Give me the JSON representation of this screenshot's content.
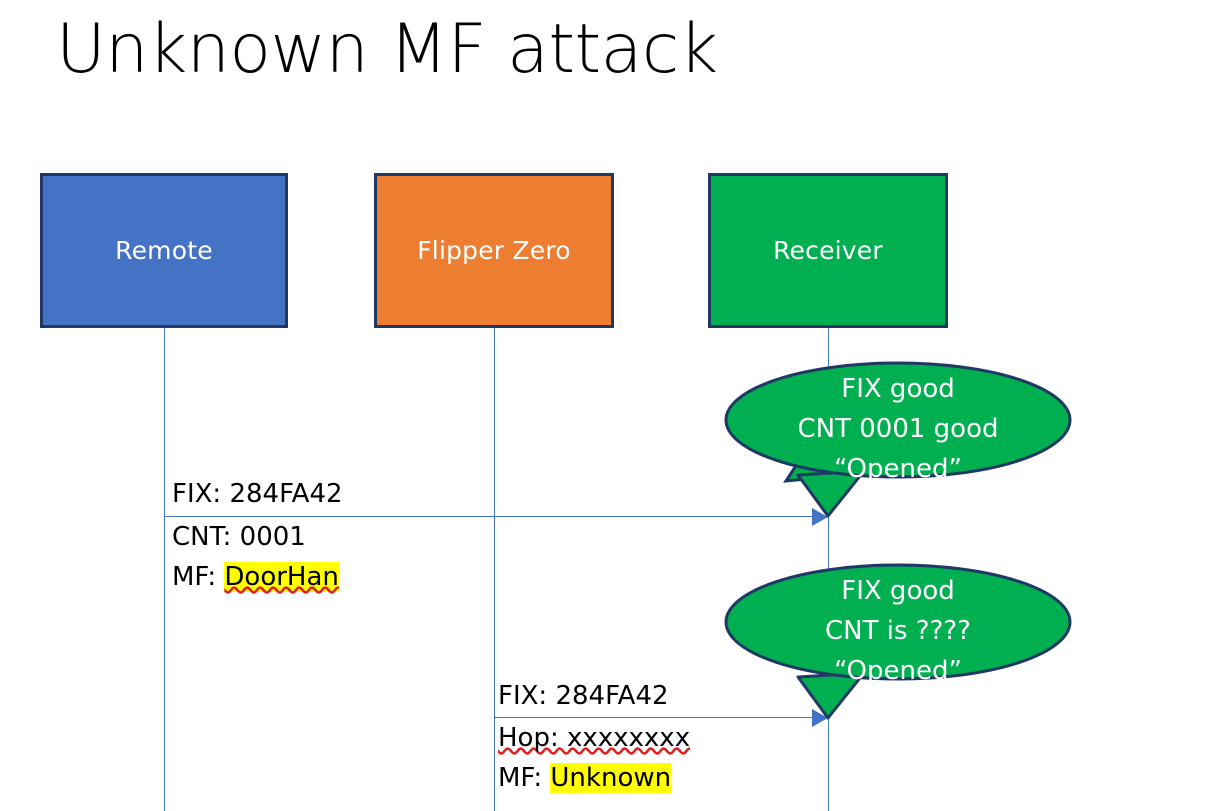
{
  "slide": {
    "title": "Unknown MF attack",
    "background_color": "#FFFFFF"
  },
  "colors": {
    "remote_blue": "#4472C4",
    "flipper_orange": "#ED7D31",
    "receiver_green": "#00B050",
    "box_border": "#1F3864",
    "lifeline_blue": "#4472C4",
    "arrow_blue": "#4472C4",
    "highlight_yellow": "#FFFF00",
    "spellcheck_red": "#E02020",
    "balloon_text": "#FFFFFF"
  },
  "actors": [
    {
      "name": "remote",
      "label": "Remote",
      "fill": "#4472C4"
    },
    {
      "name": "flipper-zero",
      "label": "Flipper Zero",
      "fill": "#ED7D31"
    },
    {
      "name": "receiver",
      "label": "Receiver",
      "fill": "#00B050"
    }
  ],
  "messages": [
    {
      "name": "remote-to-receiver",
      "from": "remote",
      "to": "receiver",
      "lines": [
        {
          "text": "FIX: 284FA42",
          "highlight": false,
          "spellcheck": false
        },
        {
          "text": "CNT: 0001",
          "highlight": false,
          "spellcheck": false
        }
      ],
      "mf_prefix": "MF: ",
      "mf_value": "DoorHan",
      "mf_highlighted": true,
      "mf_spellcheck": true
    },
    {
      "name": "flipper-to-receiver",
      "from": "flipper-zero",
      "to": "receiver",
      "lines": [
        {
          "text": "FIX: 284FA42",
          "highlight": false,
          "spellcheck": false
        },
        {
          "text": "Hop: xxxxxxxx",
          "highlight": false,
          "spellcheck": true
        }
      ],
      "mf_prefix": "MF: ",
      "mf_value": "Unknown",
      "mf_highlighted": true,
      "mf_spellcheck": false
    }
  ],
  "balloons": [
    {
      "name": "receiver-response-1",
      "line1": "FIX good",
      "line2": "CNT 0001 good",
      "line3": "“Opened”"
    },
    {
      "name": "receiver-response-2",
      "line1": "FIX good",
      "line2": "CNT is ????",
      "line3": "“Opened”"
    }
  ]
}
